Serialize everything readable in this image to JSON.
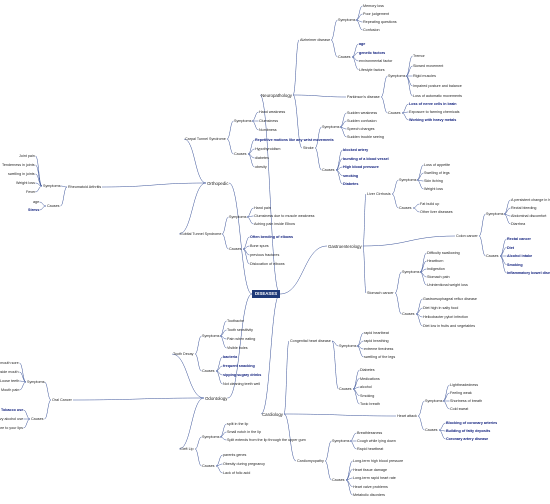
{
  "root": "DISEASES",
  "neuropathology": {
    "label": "Neuropathology",
    "alzheimer": {
      "label": "Alzheimer disease",
      "symptoms_label": "Symptoms",
      "causes_label": "Causes",
      "symptoms": [
        "Memory loss",
        "Poor judgement",
        "Repeating questions",
        "Confusion"
      ],
      "causes": [
        "age",
        "genetic factors",
        "environmental factor",
        "Lifestyle factors"
      ]
    },
    "parkinson": {
      "label": "Parkinson's disease",
      "symptoms_label": "Symptoms",
      "causes_label": "Causes",
      "symptoms": [
        "Tremor",
        "Slowed movement",
        "Rigid muscles",
        "Impaired posture and balance",
        "Loss of automatic movements"
      ],
      "causes": [
        "Loss of nerve cells in brain",
        "Exposure to farming chemicals",
        "Working with heavy metals"
      ]
    },
    "stroke": {
      "label": "Stroke",
      "symptoms_label": "Symptoms",
      "causes_label": "Causes",
      "symptoms": [
        "Sudden weakness",
        "Sudden confusion",
        "Speech changes",
        "Sudden trouble seeing"
      ],
      "causes": [
        "blocked artery",
        "bursting of a blood vessel",
        "High blood pressure",
        "smoking",
        "Diabetes"
      ]
    }
  },
  "orthopedic": {
    "label": "Orthopedic",
    "carpal": {
      "label": "Carpal Tunnel Syndrome",
      "symptoms_label": "Symptoms",
      "causes_label": "Causes",
      "symptoms": [
        "Hand weakness",
        "Clumsiness",
        "Numbness"
      ],
      "causes": [
        "Repetitive motions like any wrist movements",
        "Hypothyroidism",
        "diabetes",
        "obesity"
      ]
    },
    "rheumatoid": {
      "label": "Rheumatoid Arthritis",
      "symptoms_label": "Symptoms",
      "causes_label": "Causes",
      "symptoms": [
        "Joint pain",
        "Tenderness in joints",
        "swelling in joints",
        "Weight loss",
        "Fever"
      ],
      "causes": [
        "age",
        "Stress"
      ]
    },
    "cubital": {
      "label": "Cubital Tunnel Syndrome",
      "symptoms_label": "Symptoms",
      "causes_label": "Causes",
      "symptoms": [
        "Hand pain",
        "Clumsiness due to muscle weakness",
        "Aching pain inside Elbow"
      ],
      "causes": [
        "Often bending of elbows",
        "Bone spurs",
        "previous fractures",
        "Dislocation of elbows"
      ]
    }
  },
  "odontology": {
    "label": "Odontology",
    "tooth": {
      "label": "Tooth Decay",
      "symptoms_label": "Symptoms",
      "causes_label": "Causes",
      "symptoms": [
        "Toothache",
        "Tooth sensitivity",
        "Pain when eating",
        "Visible holes"
      ],
      "causes": [
        "bacteria",
        "frequent snacking",
        "sipping sugary drinks",
        "Not cleaning teeth well"
      ]
    },
    "oral": {
      "label": "Oral Cancer",
      "symptoms_label": "Symptoms",
      "causes_label": "Causes",
      "symptoms": [
        "Lip or mouth sore",
        "Reddish patch inside mouth",
        "Loose teeth",
        "Mouth pain"
      ],
      "causes": [
        "Tobacco use",
        "Heavy alcohol use",
        "sun exposure to your lips"
      ]
    },
    "cleft": {
      "label": "Cleft Lip",
      "symptoms_label": "Symptoms",
      "causes_label": "Causes",
      "symptoms": [
        "split in the lip",
        "Small notch in the lip",
        "Split extends from the lip through the upper gum"
      ],
      "causes": [
        "parents genes",
        "Obesity during pregnancy",
        "Lack of folic acid"
      ]
    }
  },
  "gastro": {
    "label": "Gastroenterology",
    "liver": {
      "label": "Liver Cirrhosis",
      "symptoms_label": "Symptoms",
      "causes_label": "Causes",
      "symptoms": [
        "Loss of appetite",
        "Swelling of legs",
        "Skin itching",
        "Weight loss"
      ],
      "causes": [
        "Fat build up",
        "Other liver diseases"
      ]
    },
    "colon": {
      "label": "Colon cancer",
      "symptoms_label": "Symptoms",
      "causes_label": "Causes",
      "symptoms": [
        "A persistent change in habits",
        "Rectal bleeding",
        "Abdominal discomfort",
        "Diarrhea"
      ],
      "causes": [
        "Rectal cancer",
        "Diet",
        "Alcohol intake",
        "Smoking",
        "Inflammatory bowel disease"
      ]
    },
    "stomach": {
      "label": "Stomach cancer",
      "symptoms_label": "Symptoms",
      "causes_label": "Causes",
      "symptoms": [
        "Difficulty swallowing",
        "Heartburn",
        "Indigestion",
        "Stomach pain",
        "Unintentional weight loss"
      ],
      "causes": [
        "Gastroesophageal reflux disease",
        "Diet high in salty food",
        "Helicobacter pylori infection",
        "Diet low in fruits and vegetables"
      ]
    }
  },
  "cardiology": {
    "label": "Cardiology",
    "congenital": {
      "label": "Congenital heart disease",
      "symptoms_label": "Symptoms",
      "causes_label": "Causes",
      "symptoms": [
        "rapid heartbeat",
        "rapid breathing",
        "extreme tiredness",
        "swelling of the legs"
      ],
      "causes": [
        "Diabetes",
        "Medications",
        "alcohol",
        "Smoking",
        "Toxic breath"
      ]
    },
    "heart_attack": {
      "label": "Heart attack",
      "symptoms_label": "Symptoms",
      "causes_label": "Causes",
      "symptoms": [
        "Lightheadedness",
        "Feeling weak",
        "Shortness of breath",
        "Cold sweat"
      ],
      "causes": [
        "Blocking of coronary arteries",
        "Building of fatty deposits",
        "Coronary artery disease"
      ]
    },
    "cardiomyopathy": {
      "label": "Cardiomyopathy",
      "symptoms_label": "Symptoms",
      "causes_label": "Causes",
      "symptoms": [
        "Breathlessness",
        "Cough while lying down",
        "Rapid heartbeat"
      ],
      "causes": [
        "Long-term high blood pressure",
        "Heart tissue damage",
        "Long-term rapid heart rate",
        "Heart valve problems",
        "Metabolic disorders"
      ]
    }
  },
  "colors": {
    "root_bg": "#1f3a78",
    "line": "#1e3a8a",
    "bold_text": "#0a1a7a"
  }
}
